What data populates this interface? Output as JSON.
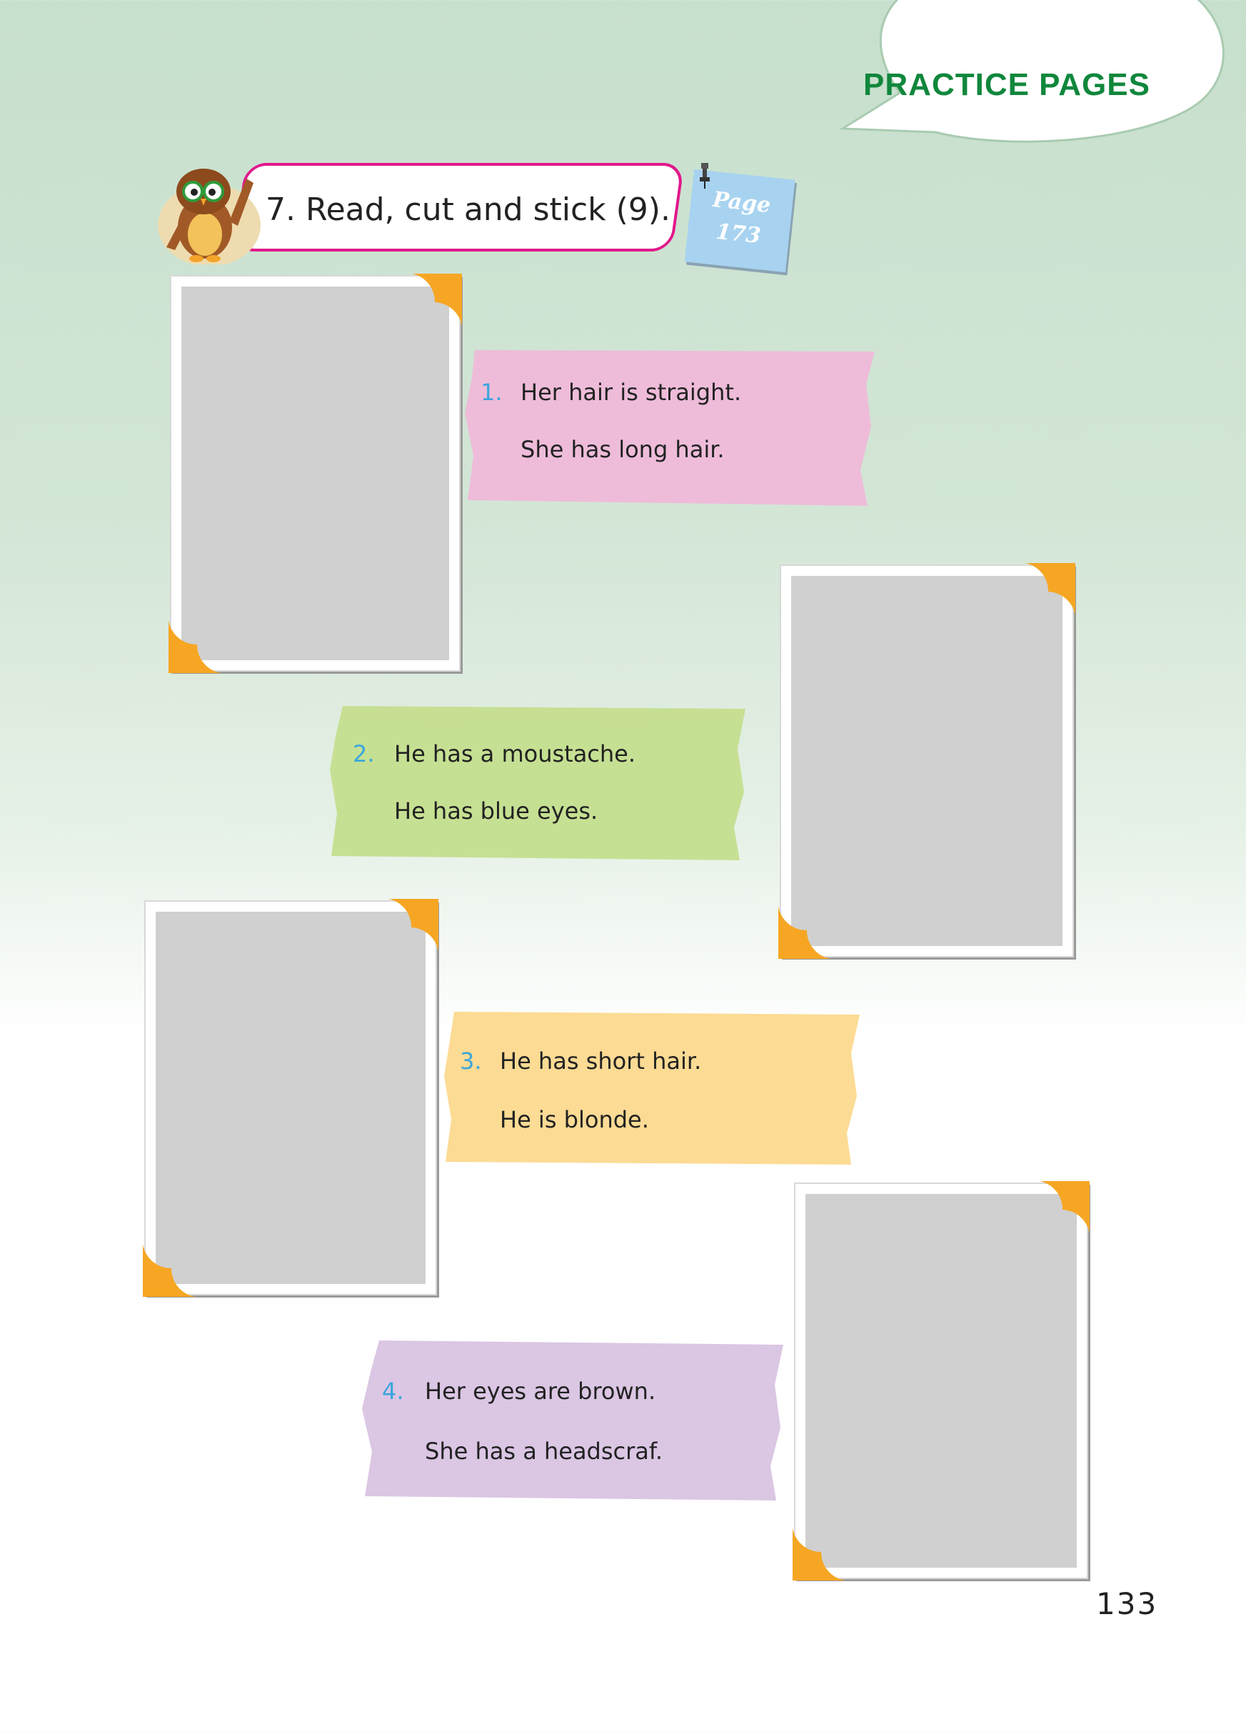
{
  "header": {
    "section_title": "PRACTICE PAGES",
    "exercise_title": "7. Read, cut and stick (9).",
    "page_ref": {
      "label": "Page",
      "number": "173"
    }
  },
  "items": [
    {
      "number": "1.",
      "line1": "Her hair is straight.",
      "line2": "She has long hair.",
      "color": "#efb9d9"
    },
    {
      "number": "2.",
      "line1": "He has a moustache.",
      "line2": "He has blue eyes.",
      "color": "#c4de8e"
    },
    {
      "number": "3.",
      "line1": "He has short hair.",
      "line2": "He is blonde.",
      "color": "#fcd98e"
    },
    {
      "number": "4.",
      "line1": "Her eyes are brown.",
      "line2": "She has a headscraf.",
      "color": "#d9c3e3"
    }
  ],
  "colors": {
    "accent_pink": "#e2188c",
    "title_green": "#10873c",
    "corner_orange": "#f6a623",
    "number_blue": "#3aa6dc"
  },
  "footer": {
    "page_number": "133"
  }
}
